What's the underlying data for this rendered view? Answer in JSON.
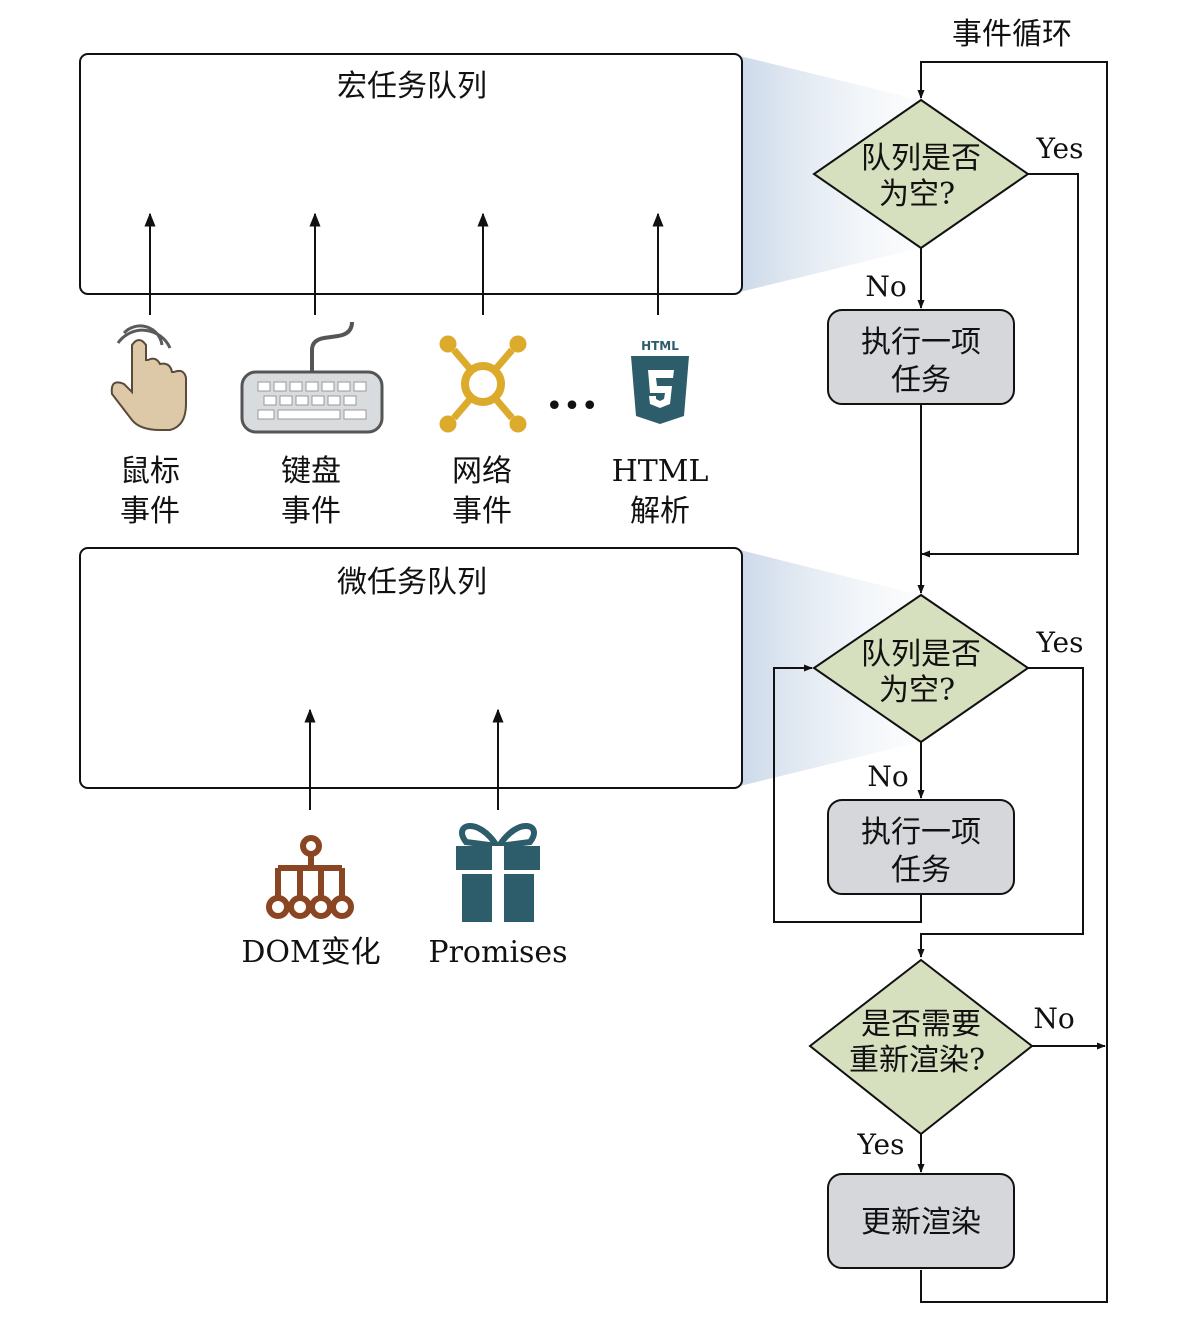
{
  "loop_title": "事件循环",
  "macro_queue": {
    "title": "宏任务队列"
  },
  "micro_queue": {
    "title": "微任务队列"
  },
  "sources": {
    "mouse": {
      "line1": "鼠标",
      "line2": "事件",
      "icon": "mouse-click-icon"
    },
    "keyboard": {
      "line1": "键盘",
      "line2": "事件",
      "icon": "keyboard-icon"
    },
    "network": {
      "line1": "网络",
      "line2": "事件",
      "icon": "network-icon"
    },
    "html": {
      "line1": "HTML",
      "line2": "解析",
      "icon": "html5-icon",
      "badge": "HTML"
    },
    "ellipsis": "•••",
    "dom": {
      "label": "DOM变化",
      "icon": "dom-tree-icon"
    },
    "promises": {
      "label": "Promises",
      "icon": "gift-icon"
    }
  },
  "flow": {
    "d1": {
      "line1": "队列是否",
      "line2": "为空?",
      "yes": "Yes",
      "no": "No"
    },
    "p1": {
      "line1": "执行一项",
      "line2": "任务"
    },
    "d2": {
      "line1": "队列是否",
      "line2": "为空?",
      "yes": "Yes",
      "no": "No"
    },
    "p2": {
      "line1": "执行一项",
      "line2": "任务"
    },
    "d3": {
      "line1": "是否需要",
      "line2": "重新渲染?",
      "yes": "Yes",
      "no": "No"
    },
    "p3": {
      "label": "更新渲染"
    }
  },
  "colors": {
    "decision_fill": "#d6e0bf",
    "process_fill": "#d5d7db",
    "queue_shade": "#c9d7e8",
    "mouse_skin": "#ddc8a8",
    "keyboard": "#d9dcdf",
    "network": "#dcab2c",
    "html5": "#2d5c6b",
    "dom_tree": "#8a4522",
    "gift": "#2d5c6b"
  }
}
